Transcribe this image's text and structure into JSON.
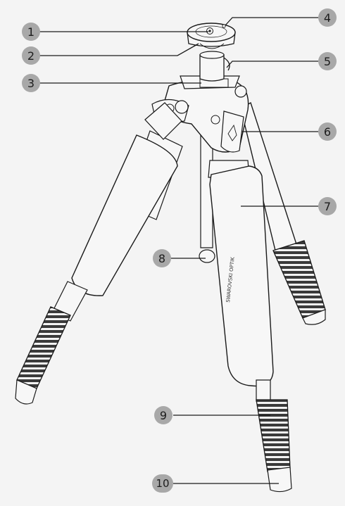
{
  "diagram": {
    "product_text": "SWAROVSKI OPTIK",
    "colors": {
      "background": "#f4f4f4",
      "badge": "#a8a8a8",
      "line": "#1a1a1a",
      "tube": "#f7f7f7",
      "grip": "#3a3a3a"
    },
    "callouts": [
      {
        "id": "1",
        "label": "1"
      },
      {
        "id": "2",
        "label": "2"
      },
      {
        "id": "3",
        "label": "3"
      },
      {
        "id": "4",
        "label": "4"
      },
      {
        "id": "5",
        "label": "5"
      },
      {
        "id": "6",
        "label": "6"
      },
      {
        "id": "7",
        "label": "7"
      },
      {
        "id": "8",
        "label": "8"
      },
      {
        "id": "9",
        "label": "9"
      },
      {
        "id": "10",
        "label": "10"
      }
    ]
  }
}
